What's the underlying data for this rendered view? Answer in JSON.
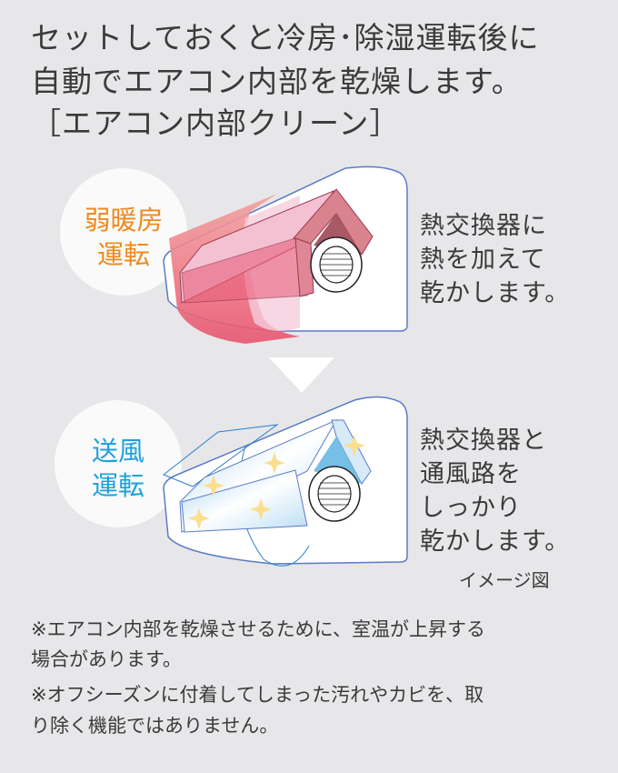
{
  "heading": {
    "line1": "セットしておくと冷房･除湿運転後に",
    "line2": "自動でエアコン内部を乾燥します。",
    "line3": "［エアコン内部クリーン］"
  },
  "step1": {
    "mode_label": "弱暖房\n運転",
    "description": "熱交換器に\n熱を加えて\n乾かします。",
    "accent_color": "#ef8a1f"
  },
  "step2": {
    "mode_label": "送風\n運転",
    "description": "熱交換器と\n通風路を\nしっかり\n乾かします。",
    "accent_color": "#1ea2dd"
  },
  "image_caption": "イメージ図",
  "notes": {
    "line1": "※エアコン内部を乾燥させるために、室温が上昇する",
    "line2": "場合があります。",
    "line3": "※オフシーズンに付着してしまった汚れやカビを、取",
    "line4": "り除く機能ではありません。"
  }
}
